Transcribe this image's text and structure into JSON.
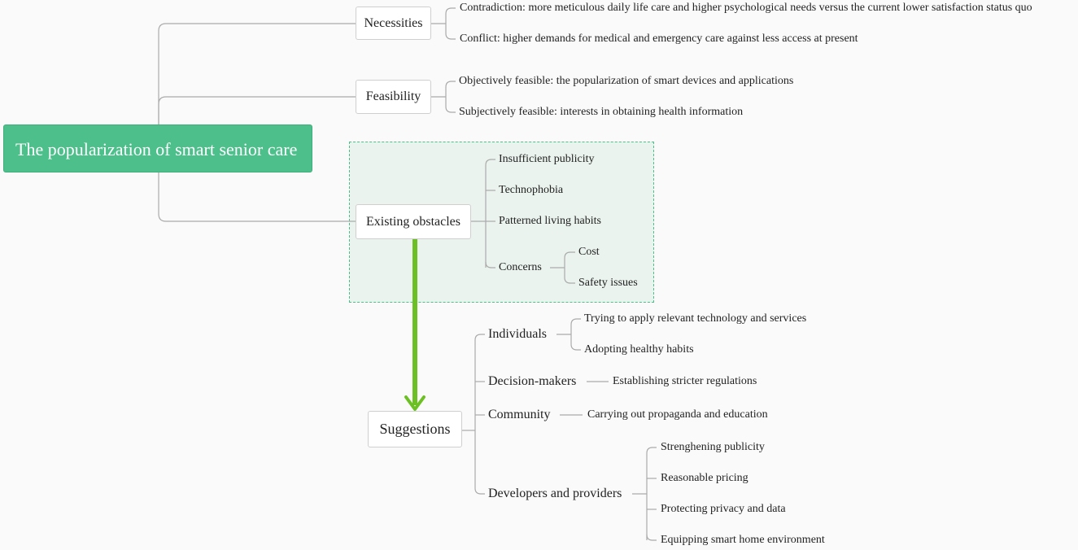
{
  "root": "The popularization of smart senior care",
  "branches": {
    "necessities": {
      "label": "Necessities",
      "items": [
        "Contradiction: more meticulous daily life care and higher psychological needs versus the current lower satisfaction status quo",
        "Conflict: higher demands for medical and emergency care against less access at present"
      ]
    },
    "feasibility": {
      "label": "Feasibility",
      "items": [
        "Objectively feasible: the popularization of smart devices and applications",
        "Subjectively feasible: interests in obtaining health information"
      ]
    },
    "obstacles": {
      "label": "Existing obstacles",
      "items": [
        "Insufficient publicity",
        "Technophobia",
        "Patterned living habits"
      ],
      "concerns": {
        "label": "Concerns",
        "items": [
          "Cost",
          "Safety issues"
        ]
      }
    }
  },
  "suggestions": {
    "label": "Suggestions",
    "individuals": {
      "label": "Individuals",
      "items": [
        "Trying to apply relevant technology and services",
        "Adopting healthy habits"
      ]
    },
    "decision_makers": {
      "label": "Decision-makers",
      "item": "Establishing stricter regulations"
    },
    "community": {
      "label": "Community",
      "item": "Carrying out propaganda and education"
    },
    "developers": {
      "label": "Developers and providers",
      "items": [
        "Strenghening publicity",
        "Reasonable pricing",
        "Protecting privacy and data",
        "Equipping smart home environment"
      ]
    }
  },
  "colors": {
    "root_fill": "#4cbf8b",
    "highlight_border": "#4cbf8b",
    "highlight_fill": "#eaf3ee",
    "arrow": "#6cc024",
    "connector": "#aaaaaa"
  }
}
